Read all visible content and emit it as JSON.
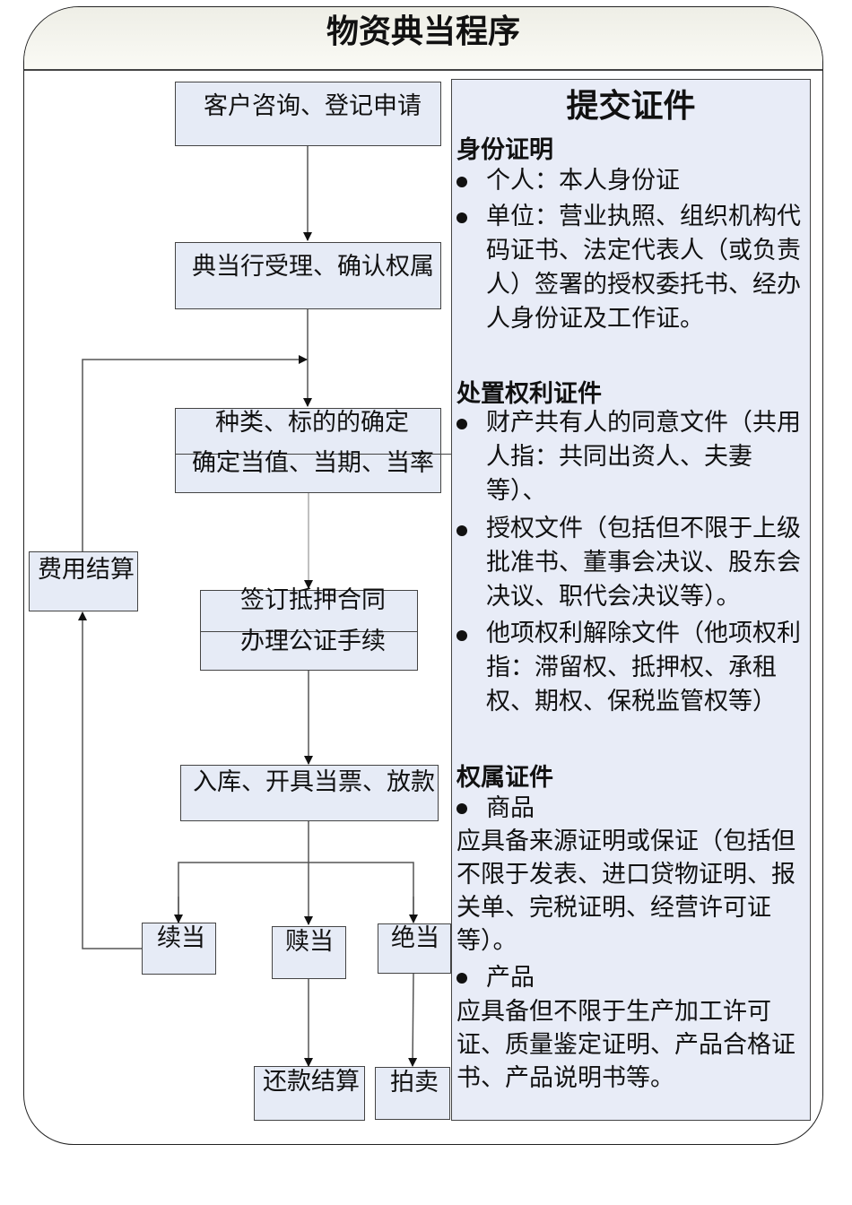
{
  "title": "物资典当程序",
  "flow": {
    "step1": "客户咨询、登记申请",
    "step2": "典当行受理、确认权属",
    "step3_top": "种类、标的的确定",
    "step3_bottom": "确定当值、当期、当率",
    "step4_top": "签订抵押合同",
    "step4_bottom": "办理公证手续",
    "step5": "入库、开具当票、放款",
    "fee": "费用结算",
    "renew": "续当",
    "redeem": "赎当",
    "forfeit": "绝当",
    "repay": "还款结算",
    "auction": "拍卖"
  },
  "panel": {
    "title": "提交证件",
    "sections": [
      {
        "heading": "身份证明",
        "items": [
          {
            "lines": [
              "个人：本人身份证"
            ]
          },
          {
            "lines": [
              "单位：营业执照、组织机构代",
              "码证书、法定代表人（或负责",
              "人）签署的授权委托书、经办",
              "人身份证及工作证。"
            ]
          }
        ]
      },
      {
        "heading": "处置权利证件",
        "items": [
          {
            "lines": [
              "财产共有人的同意文件（共用",
              "人指：共同出资人、夫妻",
              "等）、"
            ]
          },
          {
            "lines": [
              "授权文件（包括但不限于上级",
              "批准书、董事会决议、股东会",
              "决议、职代会决议等）。"
            ]
          },
          {
            "lines": [
              "他项权利解除文件（他项权利",
              "指：滞留权、抵押权、承租",
              "权、期权、保税监管权等）"
            ]
          }
        ]
      },
      {
        "heading": "权属证件",
        "items": [
          {
            "lines": [
              "商品"
            ],
            "desc": [
              "应具备来源证明或保证（包括但",
              "不限于发表、进口贷物证明、报",
              "关单、完税证明、经营许可证",
              "等）。"
            ]
          },
          {
            "lines": [
              "产品"
            ],
            "desc": [
              "应具备但不限于生产加工许可",
              "证、质量鉴定证明、产品合格证",
              "书、产品说明书等。"
            ]
          }
        ]
      }
    ]
  }
}
